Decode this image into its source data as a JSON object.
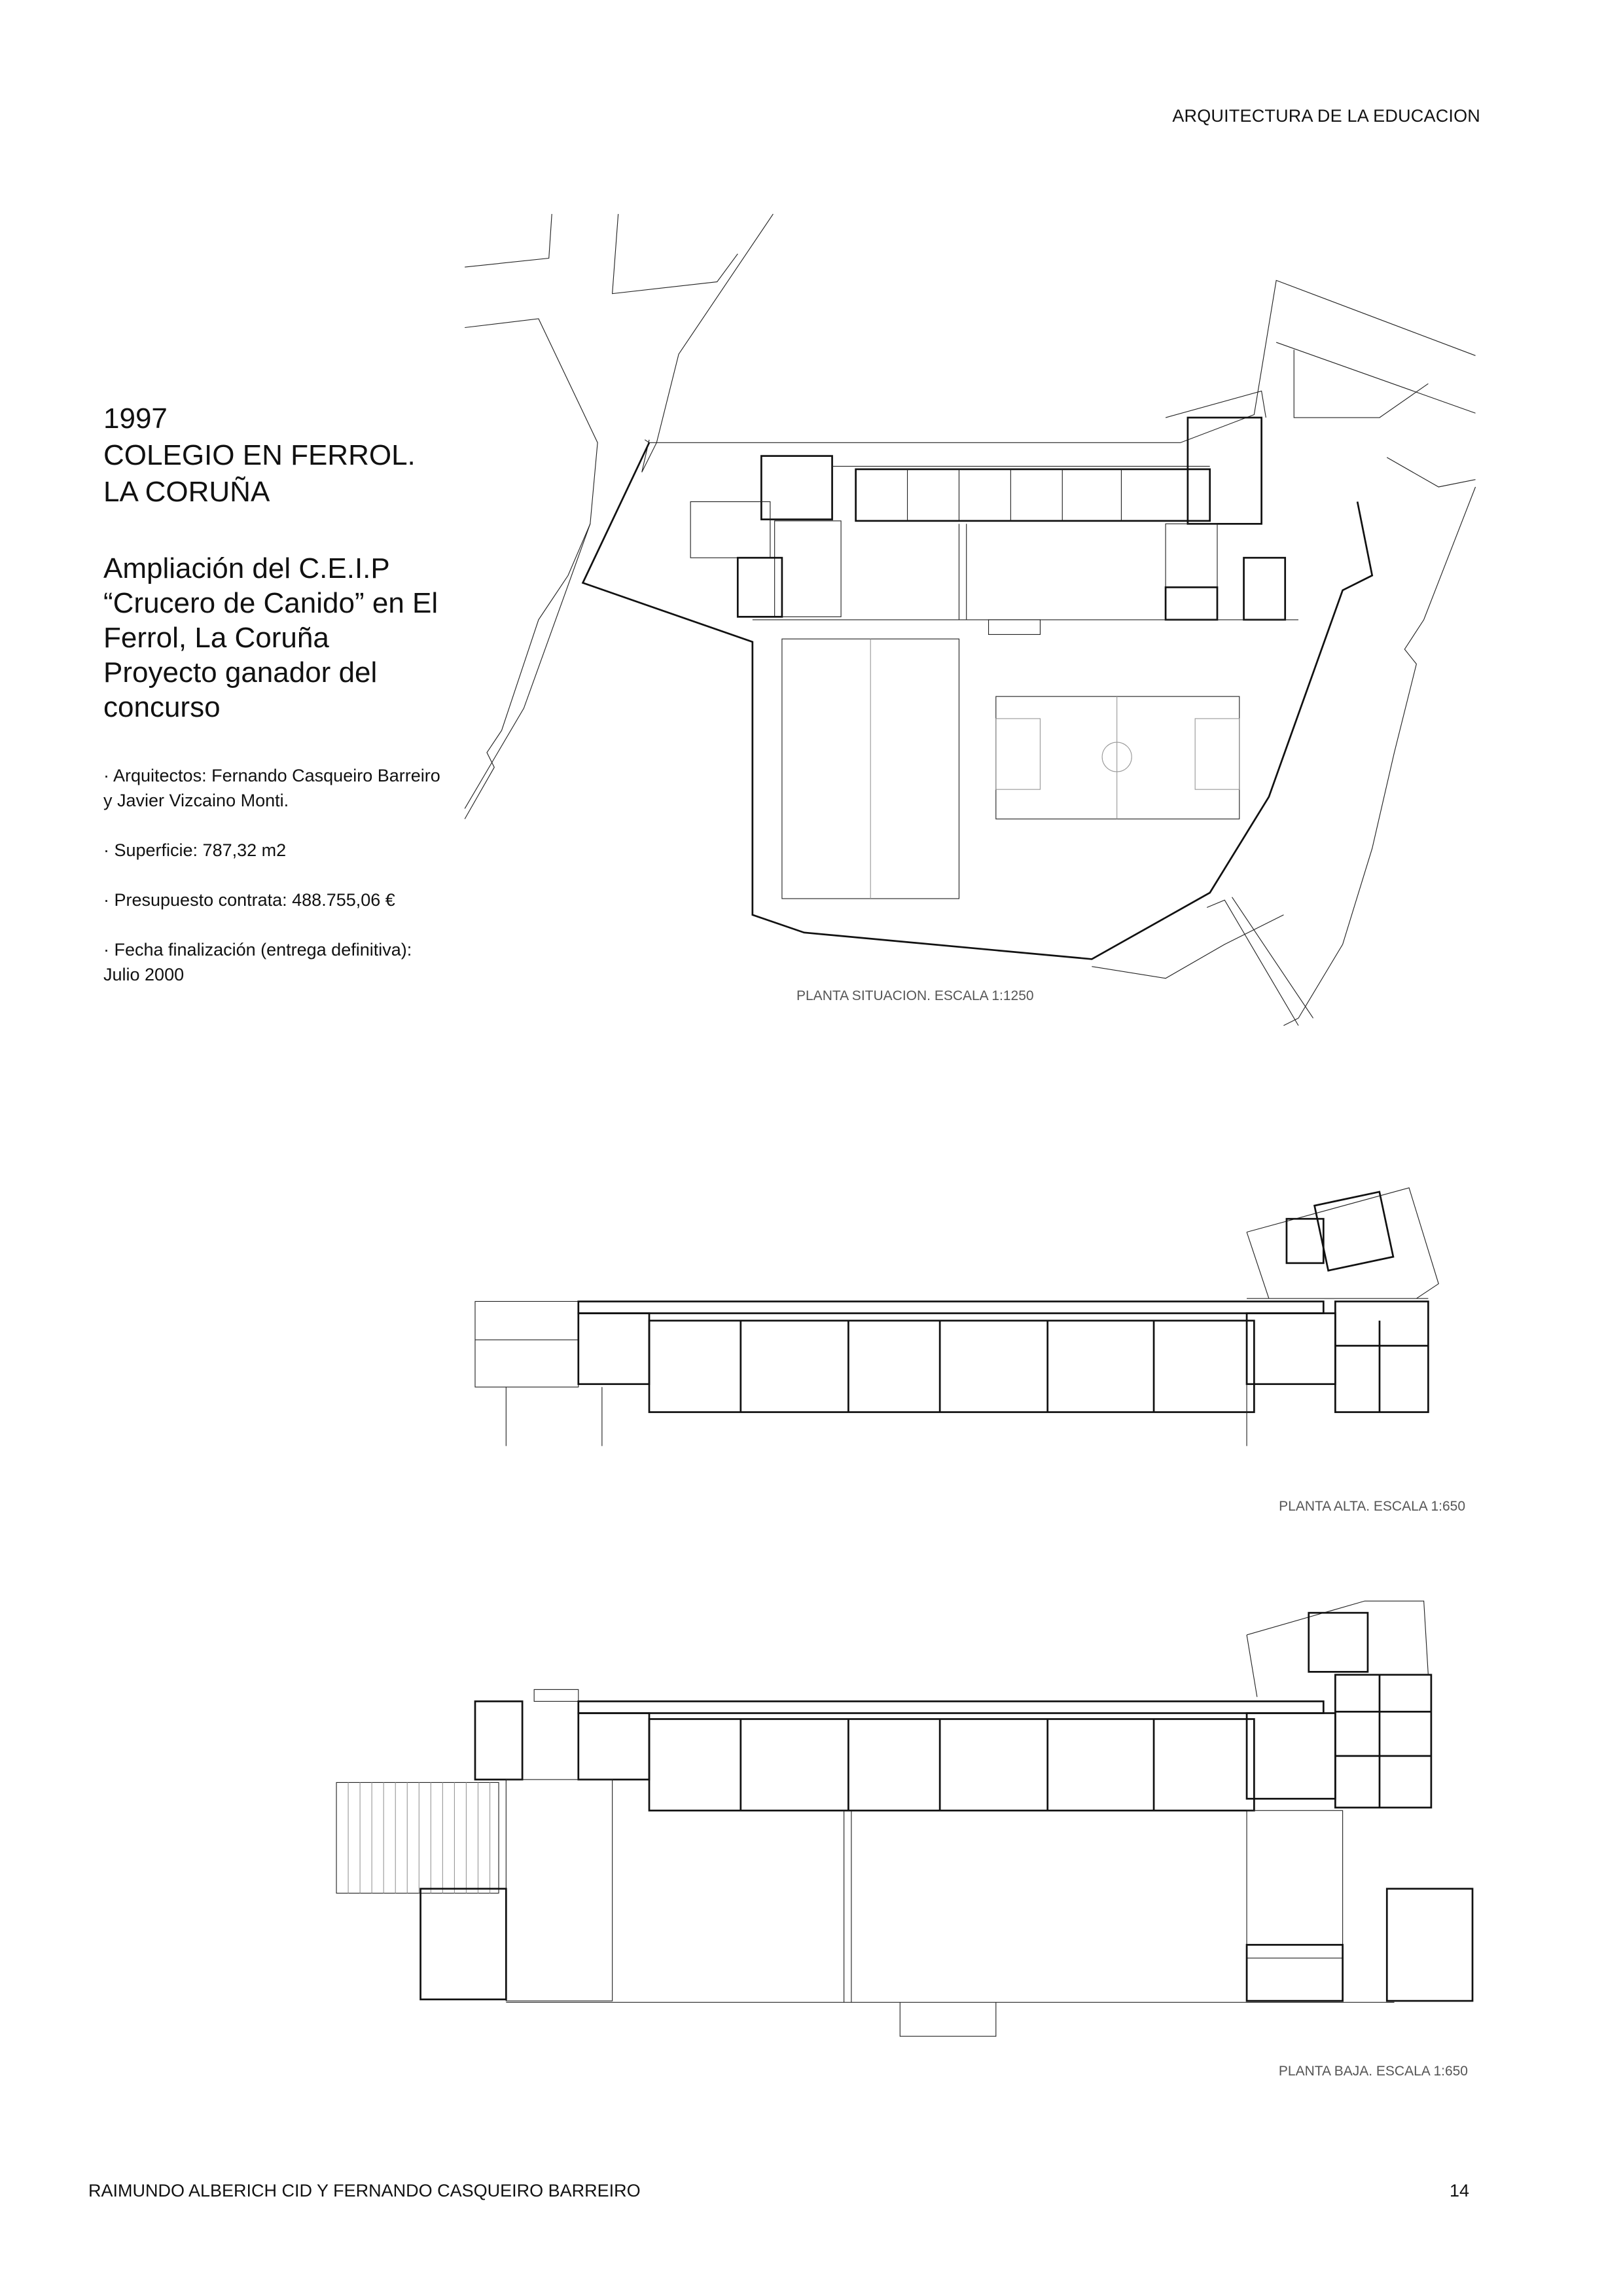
{
  "header": {
    "section": "ARQUITECTURA DE LA EDUCACION"
  },
  "project": {
    "title_lines": [
      "1997",
      "COLEGIO EN FERROL.",
      "LA CORUÑA"
    ],
    "subtitle_lines": [
      "Ampliación del C.E.I.P",
      "“Crucero de Canido” en El",
      "Ferrol, La Coruña",
      "Proyecto ganador del",
      "concurso"
    ],
    "details": {
      "architects_line1": "· Arquitectos: Fernando Casqueiro Barreiro",
      "architects_line2": "y Javier Vizcaino Monti.",
      "surface": "· Superficie: 787,32 m2",
      "budget": "· Presupuesto contrata: 488.755,06 €",
      "completion_line1": "· Fecha finalización (entrega definitiva):",
      "completion_line2": "Julio 2000"
    }
  },
  "drawings": {
    "site_plan_caption": "PLANTA SITUACION. ESCALA 1:1250",
    "upper_floor_caption": "PLANTA ALTA. ESCALA 1:650",
    "ground_floor_caption": "PLANTA  BAJA. ESCALA 1:650"
  },
  "footer": {
    "authors": "RAIMUNDO ALBERICH CID Y FERNANDO CASQUEIRO BARREIRO",
    "page_number": "14"
  }
}
